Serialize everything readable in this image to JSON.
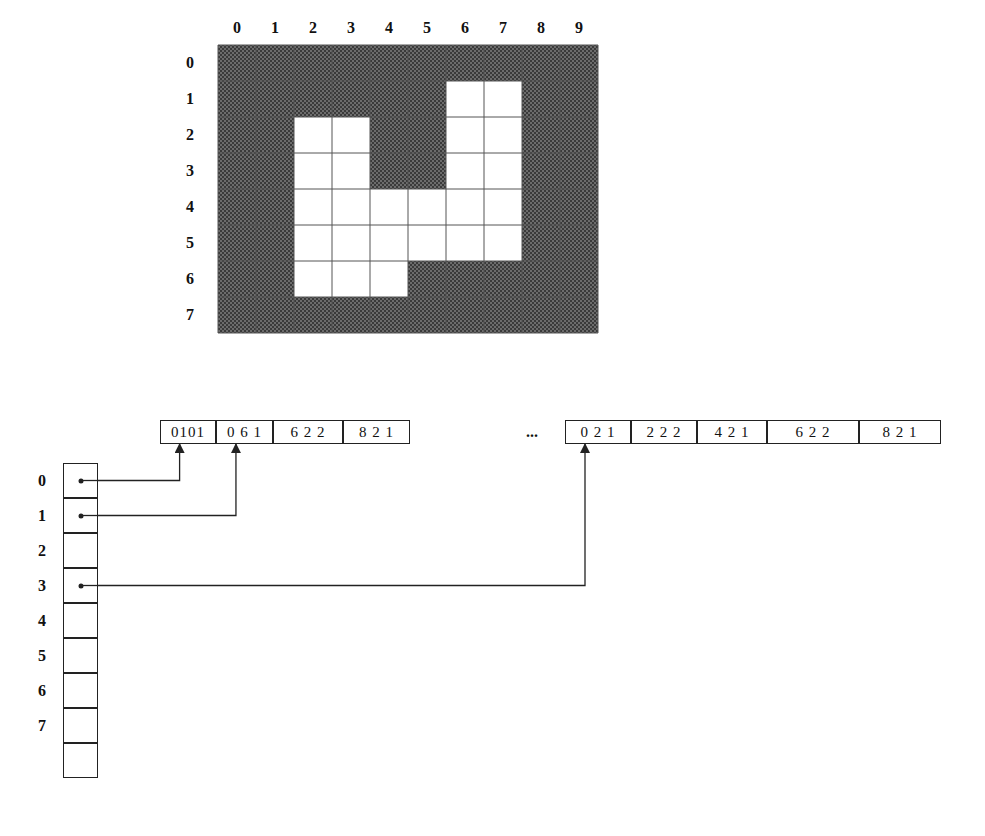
{
  "diagram": {
    "nodes": [
      {
        "text": [
          "0101"
        ]
      },
      {
        "text": [
          "0 6 1"
        ]
      },
      {
        "text": [
          "6 2 2"
        ]
      },
      {
        "text": [
          "8 2 1"
        ]
      },
      {
        "text": [
          "0 2 1"
        ]
      },
      {
        "text": [
          "2 2 2"
        ]
      },
      {
        "text": [
          "4 2 1"
        ]
      },
      {
        "text": [
          "6 2 2"
        ]
      },
      {
        "text": [
          "8 2 1"
        ]
      },
      {
        "text": [
          "0"
        ]
      },
      {
        "text": [
          "1"
        ]
      },
      {
        "text": [
          "2"
        ]
      },
      {
        "text": [
          "3"
        ]
      },
      {
        "text": [
          "4"
        ]
      },
      {
        "text": [
          "5"
        ]
      },
      {
        "text": [
          "6"
        ]
      },
      {
        "text": [
          "7"
        ]
      }
    ],
    "edges": [
      {
        "from": 9,
        "to": 0,
        "arrow": "to"
      },
      {
        "from": 10,
        "to": 1,
        "arrow": "to"
      },
      {
        "from": 12,
        "to": 4,
        "arrow": "to"
      }
    ],
    "labels": [
      "0",
      "1",
      "2",
      "3",
      "4",
      "5",
      "6",
      "7",
      "8",
      "9",
      "0",
      "1",
      "2",
      "3",
      "4",
      "5",
      "6",
      "7",
      "..."
    ]
  }
}
